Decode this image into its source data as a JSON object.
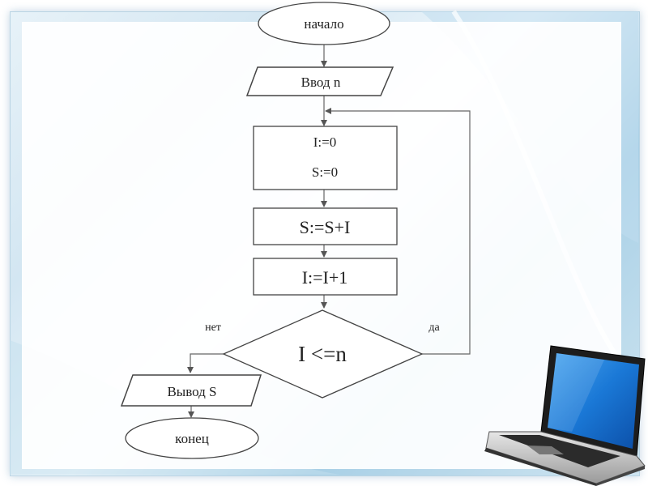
{
  "flowchart": {
    "start": "начало",
    "input": "Ввод n",
    "init_i": "I:=0",
    "init_s": "S:=0",
    "sum": "S:=S+I",
    "increment": "I:=I+1",
    "condition": "I <=n",
    "branch_no": "нет",
    "branch_yes": "да",
    "output": "Вывод S",
    "end": "конец"
  },
  "decoration": {
    "laptop_icon": "laptop-icon",
    "frame_color": "#d3e6f2",
    "screen_color": "#1a78d6"
  }
}
